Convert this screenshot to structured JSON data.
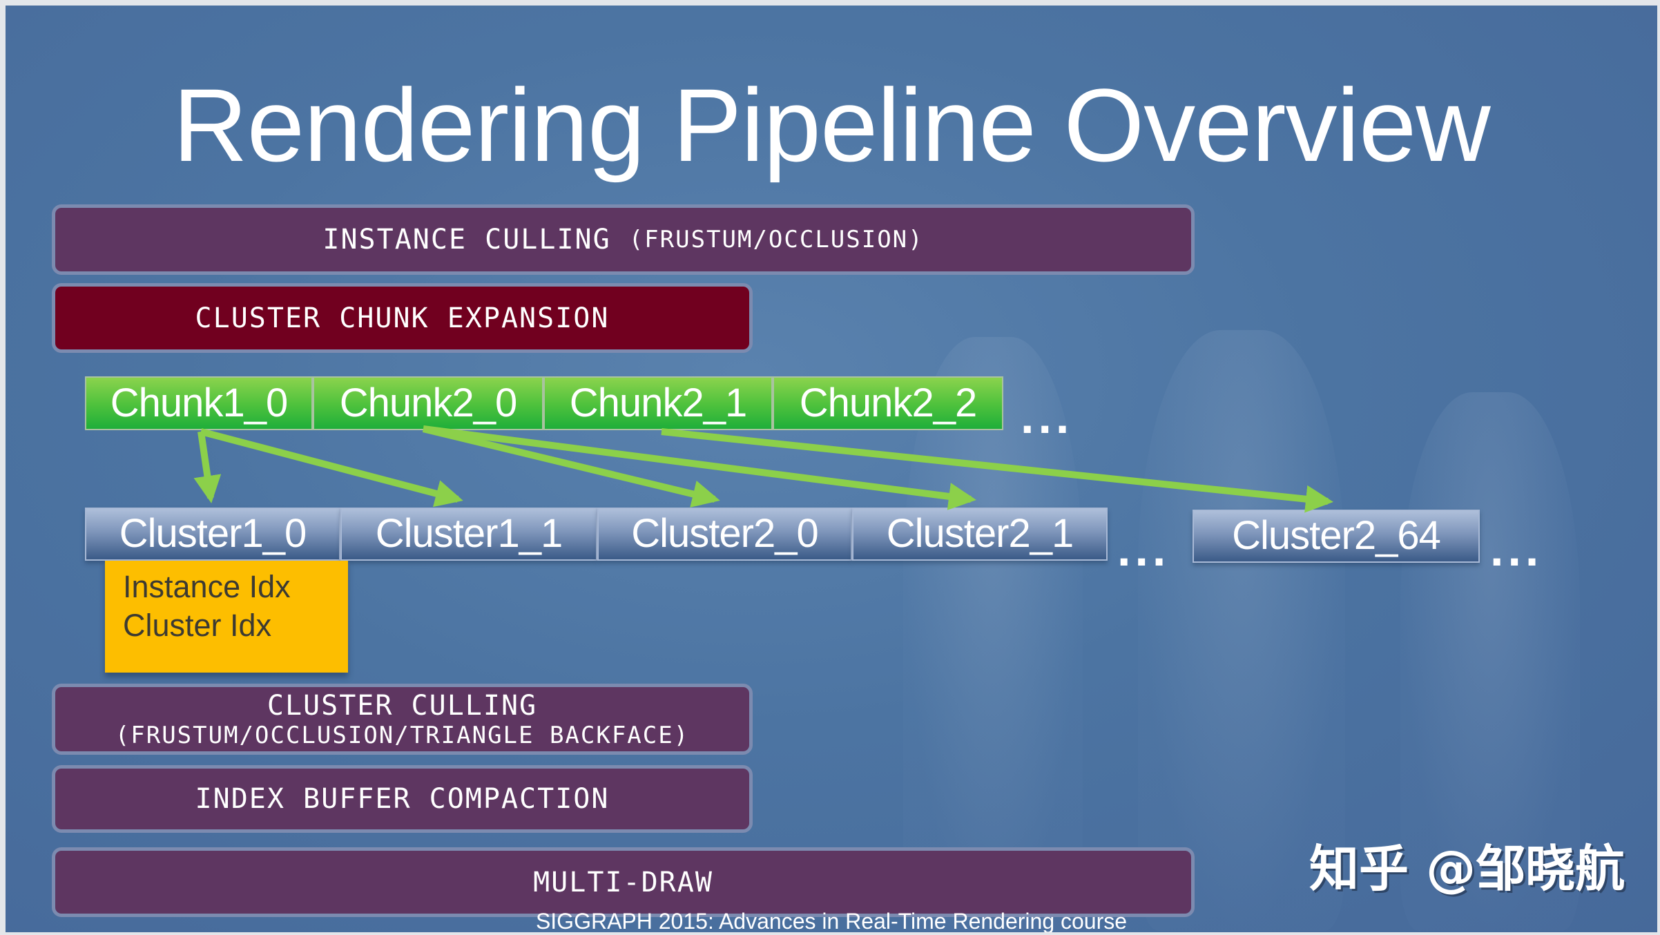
{
  "slide": {
    "title": "Rendering Pipeline Overview",
    "footer": "SIGGRAPH 2015: Advances in Real-Time Rendering course",
    "watermark": "知乎 @邹晓航"
  },
  "stages": {
    "instance_culling": {
      "label": "INSTANCE CULLING",
      "detail": "(FRUSTUM/OCCLUSION)"
    },
    "cluster_chunk_expansion": {
      "label": "CLUSTER CHUNK EXPANSION"
    },
    "cluster_culling": {
      "label": "CLUSTER CULLING",
      "detail": "(FRUSTUM/OCCLUSION/TRIANGLE BACKFACE)"
    },
    "index_buffer_compaction": {
      "label": "INDEX BUFFER COMPACTION"
    },
    "multi_draw": {
      "label": "MULTI-DRAW"
    }
  },
  "chunks": [
    "Chunk1_0",
    "Chunk2_0",
    "Chunk2_1",
    "Chunk2_2"
  ],
  "chunks_ellipsis": "...",
  "clusters": [
    "Cluster1_0",
    "Cluster1_1",
    "Cluster2_0",
    "Cluster2_1",
    "Cluster2_64"
  ],
  "clusters_ellipsis": "...",
  "cluster_info": {
    "line1": "Instance Idx",
    "line2": "Cluster Idx"
  },
  "arrows": [
    {
      "from": "Chunk1_0",
      "to": "Cluster1_0"
    },
    {
      "from": "Chunk1_0",
      "to": "Cluster1_1"
    },
    {
      "from": "Chunk2_0",
      "to": "Cluster2_0"
    },
    {
      "from": "Chunk2_0",
      "to": "Cluster2_1"
    },
    {
      "from": "Chunk2_1",
      "to": "Cluster2_64"
    }
  ],
  "colors": {
    "background": "#4c74a2",
    "stage": "#5e3661",
    "active_stage": "#71001f",
    "chunk": "#4cc13c",
    "cluster": "#7f96bb",
    "info": "#fdbe00",
    "arrow": "#8cd04a"
  }
}
